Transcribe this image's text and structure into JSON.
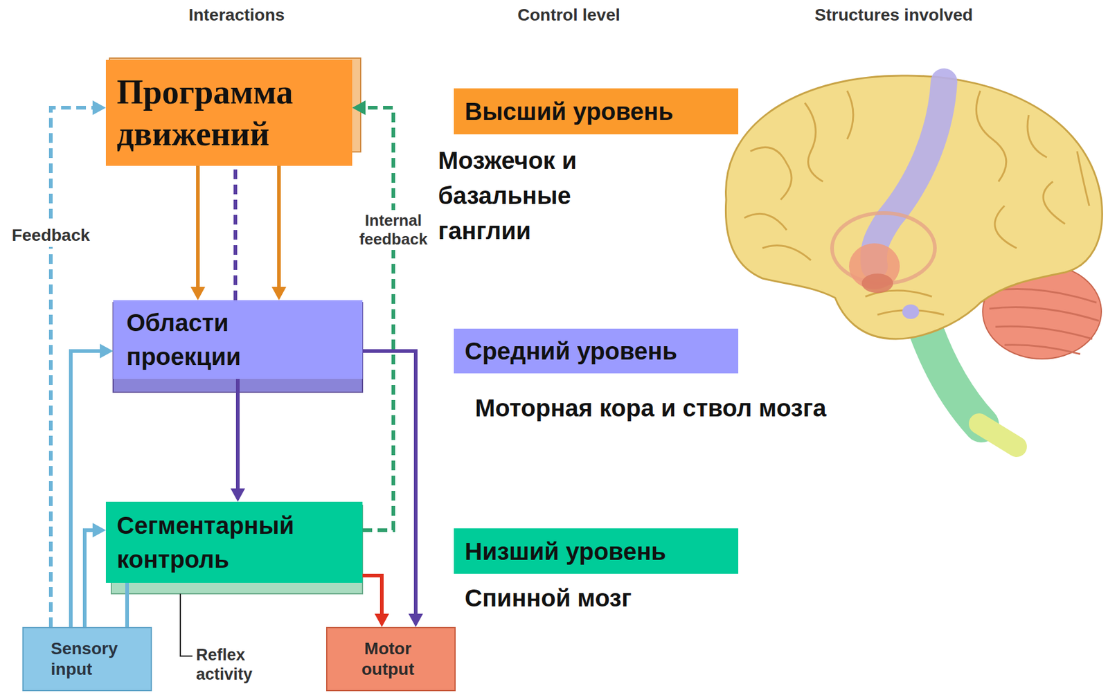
{
  "diagram": {
    "nodes": [
      {
        "text": [
          "Программа движений"
        ]
      },
      {
        "text": [
          "Области проекции"
        ]
      },
      {
        "text": [
          "Сегментарный контроль"
        ]
      },
      {
        "text": [
          "Sensory input"
        ]
      },
      {
        "text": [
          "Motor output"
        ]
      },
      {
        "text": [
          "Высший уровень"
        ]
      },
      {
        "text": [
          "Средний уровень"
        ]
      },
      {
        "text": [
          "Низший уровень"
        ]
      }
    ],
    "edges": [
      {
        "from": 0,
        "to": 1,
        "arrow": "to"
      },
      {
        "from": 0,
        "to": 1,
        "arrow": "to"
      },
      {
        "from": 1,
        "to": 0,
        "arrow": "none"
      },
      {
        "from": 1,
        "to": 2,
        "arrow": "to"
      },
      {
        "from": 1,
        "to": 4,
        "arrow": "to"
      },
      {
        "from": 2,
        "to": 4,
        "arrow": "to"
      },
      {
        "from": 2,
        "to": 0,
        "label": "Internal feedback",
        "arrow": "to"
      },
      {
        "from": 3,
        "to": 0,
        "label": "Feedback",
        "arrow": "to"
      },
      {
        "from": 3,
        "to": 1,
        "arrow": "to"
      },
      {
        "from": 3,
        "to": 2,
        "arrow": "to"
      },
      {
        "from": 3,
        "to": 2,
        "arrow": "none"
      }
    ],
    "labels": [
      "Interactions",
      "Control level",
      "Structures involved",
      "Мозжечок и базальные ганглии",
      "Моторная кора и ствол мозга",
      "Спинной мозг",
      "Reflex activity"
    ]
  }
}
